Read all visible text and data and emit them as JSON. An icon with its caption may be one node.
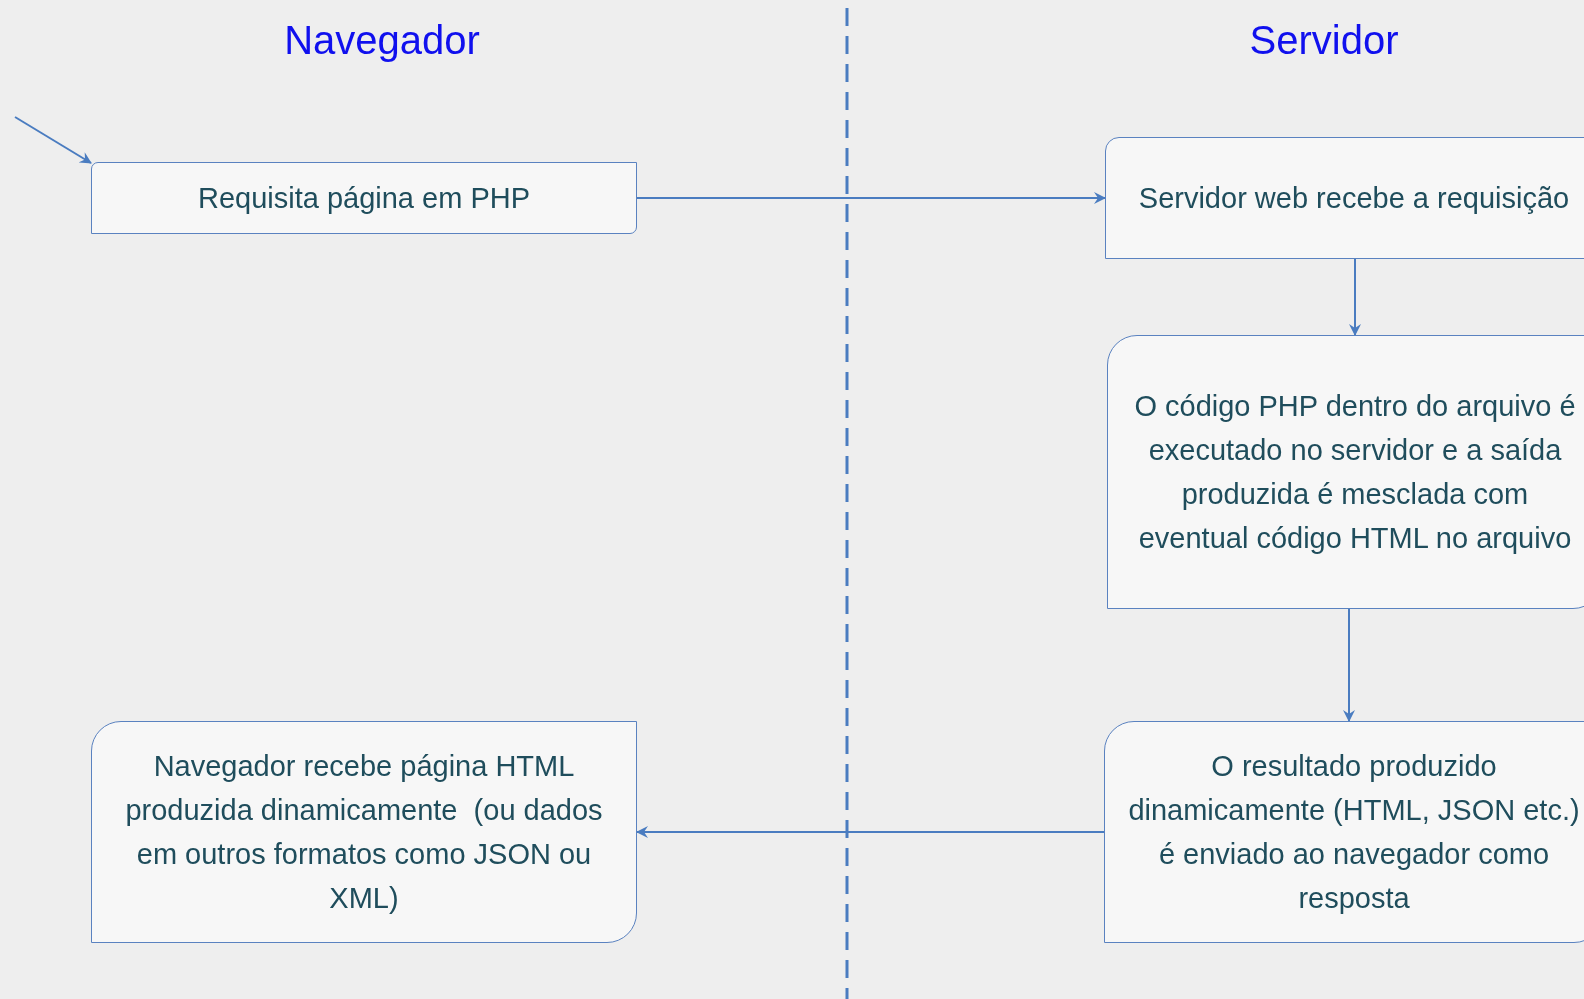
{
  "diagram": {
    "nodes": [
      {
        "text": [
          "Requisita página em PHP"
        ]
      },
      {
        "text": [
          "Servidor web recebe a requisição"
        ]
      },
      {
        "text": [
          "O código PHP dentro do arquivo é executado no servidor e a saída produzida é mesclada com eventual código HTML no arquivo"
        ]
      },
      {
        "text": [
          "O resultado produzido dinamicamente (HTML, JSON etc.) é enviado ao navegador como resposta"
        ]
      },
      {
        "text": [
          "Navegador recebe página HTML produzida dinamicamente  (ou dados em outros formatos como JSON ou XML)"
        ]
      }
    ],
    "edges": [
      {
        "from": null,
        "to": 0,
        "arrow": "to"
      },
      {
        "from": 0,
        "to": 1,
        "arrow": "to"
      },
      {
        "from": 1,
        "to": 2,
        "arrow": "to"
      },
      {
        "from": 2,
        "to": 3,
        "arrow": "to"
      },
      {
        "from": 3,
        "to": 4,
        "arrow": "to"
      }
    ],
    "labels": [
      "Navegador",
      "Servidor"
    ]
  }
}
